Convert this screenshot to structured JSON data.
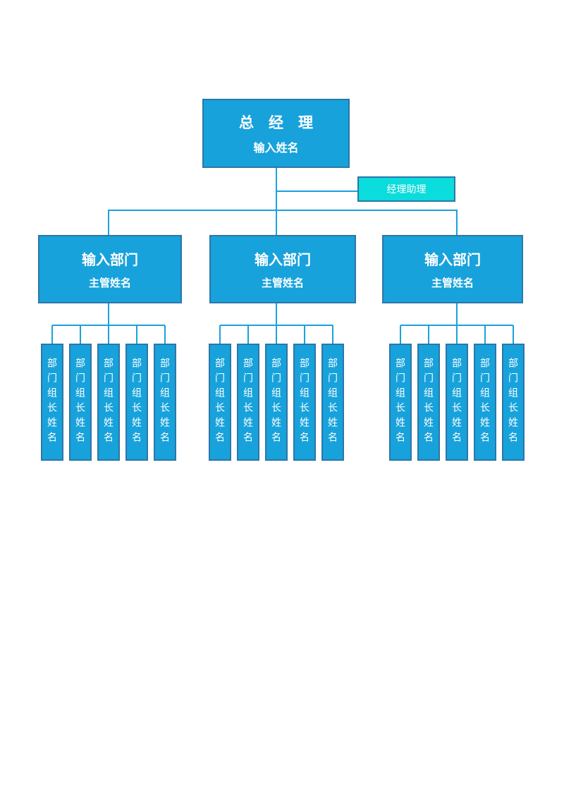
{
  "colors": {
    "box-fill": "#17a2db",
    "box-border": "#2e76a8",
    "assistant-fill": "#0bdcdc",
    "connector": "#1ba1dc",
    "text": "#ffffff"
  },
  "org": {
    "root": {
      "title": "总　经　理",
      "subtitle": "输入姓名"
    },
    "assistant": {
      "label": "经理助理"
    },
    "departments": [
      {
        "title": "输入部门",
        "subtitle": "主管姓名",
        "leaders": [
          "部门组长姓名",
          "部门组长姓名",
          "部门组长姓名",
          "部门组长姓名",
          "部门组长姓名"
        ]
      },
      {
        "title": "输入部门",
        "subtitle": "主管姓名",
        "leaders": [
          "部门组长姓名",
          "部门组长姓名",
          "部门组长姓名",
          "部门组长姓名",
          "部门组长姓名"
        ]
      },
      {
        "title": "输入部门",
        "subtitle": "主管姓名",
        "leaders": [
          "部门组长姓名",
          "部门组长姓名",
          "部门组长姓名",
          "部门组长姓名",
          "部门组长姓名"
        ]
      }
    ]
  }
}
